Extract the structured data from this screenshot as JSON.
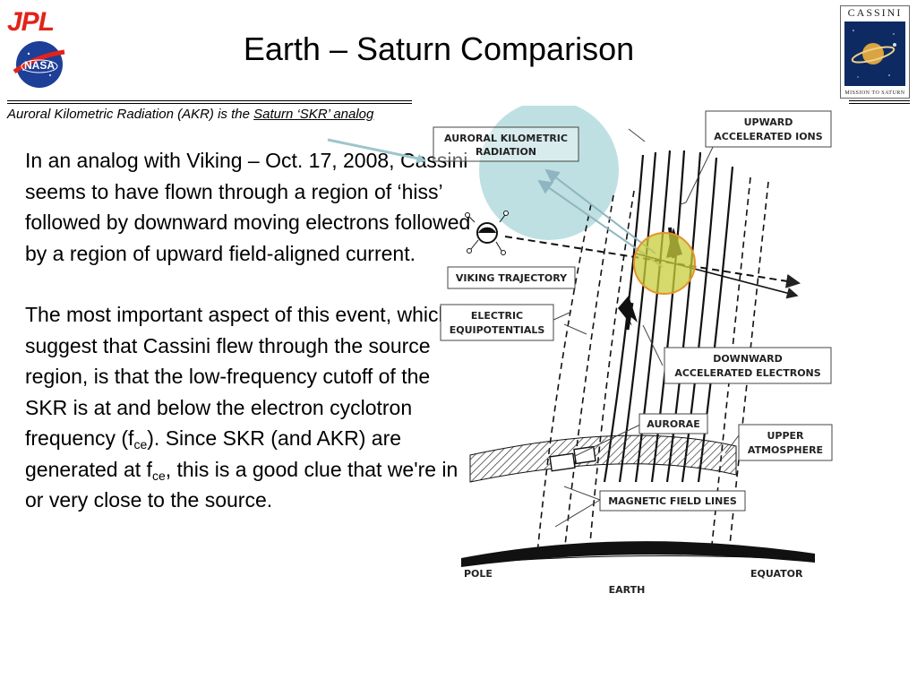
{
  "header": {
    "title": "Earth – Saturn Comparison",
    "jpl_logo": "JPL",
    "nasa_logo": "NASA",
    "cassini_logo": "CASSINI",
    "cassini_tagline": "MISSION TO SATURN"
  },
  "subtitle": {
    "prefix": "Auroral Kilometric Radiation (AKR) is the ",
    "link": "Saturn ‘SKR’ analog"
  },
  "body": {
    "para1": "In an analog with Viking – Oct. 17, 2008, Cassini seems to have flown through a region of ‘hiss’ followed by downward moving electrons followed by a region of upward field-aligned current.",
    "para2_a": "The most important aspect of this event, which suggest that Cassini flew through the source region, is that the low-frequency cutoff of the SKR is at and below the electron cyclotron frequency (f",
    "sub1": "ce",
    "para2_b": ").  Since SKR (and AKR) are generated at f",
    "sub2": "ce",
    "para2_c": ", this is a good clue that we're in or very close to the source."
  },
  "diagram": {
    "labels": {
      "akr": [
        "AURORAL KILOMETRIC",
        "RADIATION"
      ],
      "upward_ions": [
        "UPWARD",
        "ACCELERATED IONS"
      ],
      "viking_trajectory": "VIKING TRAJECTORY",
      "electric_equipotentials": [
        "ELECTRIC",
        "EQUIPOTENTIALS"
      ],
      "downward_electrons": [
        "DOWNWARD",
        "ACCELERATED ELECTRONS"
      ],
      "aurorae": "AURORAE",
      "upper_atmosphere": [
        "UPPER",
        "ATMOSPHERE"
      ],
      "magnetic_field_lines": "MAGNETIC FIELD LINES",
      "pole": "POLE",
      "equator": "EQUATOR",
      "earth": "EARTH"
    },
    "colors": {
      "source_bubble": "#a8d6d8",
      "source_circle": "#c8cc3a",
      "source_circle_edge": "#e8902a"
    }
  }
}
